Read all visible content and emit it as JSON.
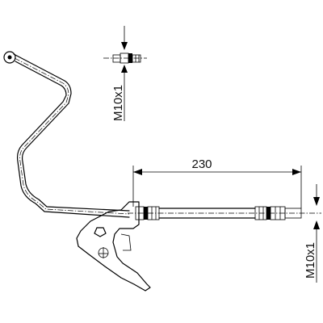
{
  "dimensions": {
    "length": "230",
    "thread_top": "M10x1",
    "thread_right": "M10x1"
  },
  "colors": {
    "line": "#000000",
    "background": "#ffffff"
  }
}
